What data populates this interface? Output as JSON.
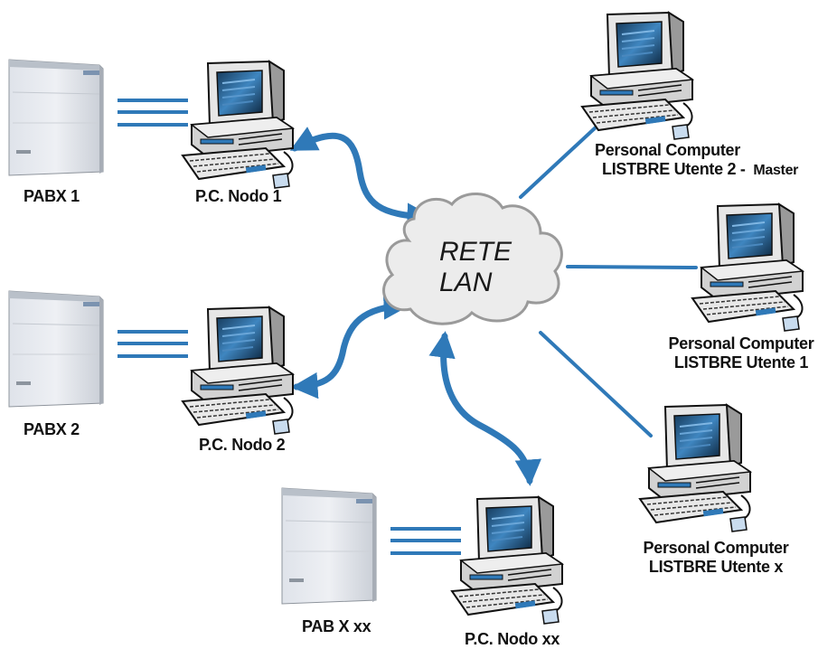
{
  "cloud": {
    "line1": "RETE",
    "line2": "LAN"
  },
  "labels": {
    "pabx1": "PABX 1",
    "pabx2": "PABX 2",
    "pabxxx": "PAB X xx",
    "nodo1": "P.C. Nodo 1",
    "nodo2": "P.C. Nodo 2",
    "nodoxx": "P.C. Nodo xx",
    "utente2_line1": "Personal Computer",
    "utente2_line2": "LISTBRE Utente 2 -",
    "utente2_master": "Master",
    "utente1_line1": "Personal Computer",
    "utente1_line2": "LISTBRE Utente 1",
    "utentex_line1": "Personal Computer",
    "utentex_line2": "LISTBRE Utente x"
  },
  "colors": {
    "link": "#2f79b8",
    "cloud_fill": "#ececec",
    "cloud_stroke": "#9a9a9a",
    "monitor_screen": "#2a5f8c"
  }
}
